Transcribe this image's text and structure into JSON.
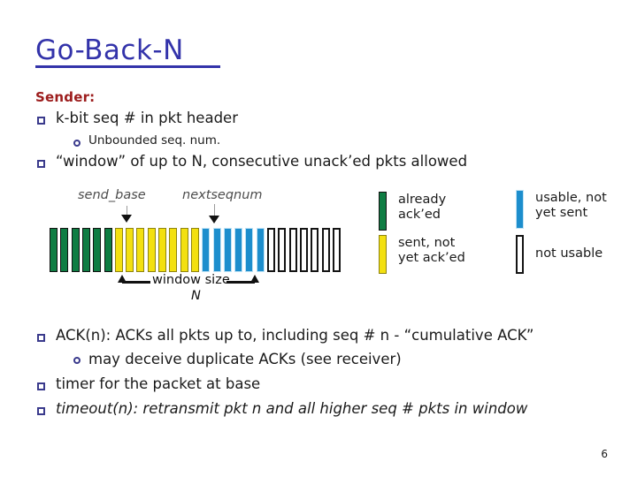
{
  "slide": {
    "title": "Go-Back-N",
    "section_label": "Sender:",
    "page_number": "6",
    "title_color": "#3333AA",
    "section_color": "#9C1C1C"
  },
  "bullets_top": [
    {
      "level": 1,
      "text": "k-bit seq # in pkt header",
      "italic": false
    },
    {
      "level": 2,
      "text": "Unbounded seq. num.",
      "italic": false
    },
    {
      "level": 1,
      "text": "“window” of up to N, consecutive unack’ed pkts allowed",
      "italic": false
    }
  ],
  "bullets_bottom": [
    {
      "level": 1,
      "text": "ACK(n): ACKs all pkts up to, including seq # n - “cumulative ACK”",
      "italic": false
    },
    {
      "level": 2,
      "text": "may deceive duplicate ACKs (see receiver)",
      "italic": false
    },
    {
      "level": 1,
      "text": "timer for the packet at base",
      "italic": false
    },
    {
      "level": 1,
      "text": "timeout(n): retransmit pkt n and all higher seq # pkts in window",
      "italic": true
    }
  ],
  "diagram": {
    "pointer_left_label": "send_base",
    "pointer_right_label": "nextseqnum",
    "window_label": "window size",
    "window_size_symbol": "N",
    "bar_groups": [
      {
        "state": "green",
        "count": 6,
        "meaning": "already ack'ed"
      },
      {
        "state": "yellow",
        "count": 8,
        "meaning": "sent, not yet ack'ed"
      },
      {
        "state": "blue",
        "count": 6,
        "meaning": "usable, not yet sent"
      },
      {
        "state": "white",
        "count": 7,
        "meaning": "not usable"
      }
    ],
    "colors": {
      "green": "#0F7D43",
      "yellow": "#F3E010",
      "blue": "#1D8ECD",
      "white": "#FFFFFF",
      "outline": "#141414"
    }
  },
  "legend": [
    {
      "state": "green",
      "line1": "already",
      "line2": "ack’ed",
      "column": "left"
    },
    {
      "state": "yellow",
      "line1": "sent, not",
      "line2": "yet ack’ed",
      "column": "left"
    },
    {
      "state": "blue",
      "line1": "usable, not",
      "line2": "yet sent",
      "column": "right"
    },
    {
      "state": "white",
      "line1": "not usable",
      "line2": "",
      "column": "right"
    }
  ]
}
